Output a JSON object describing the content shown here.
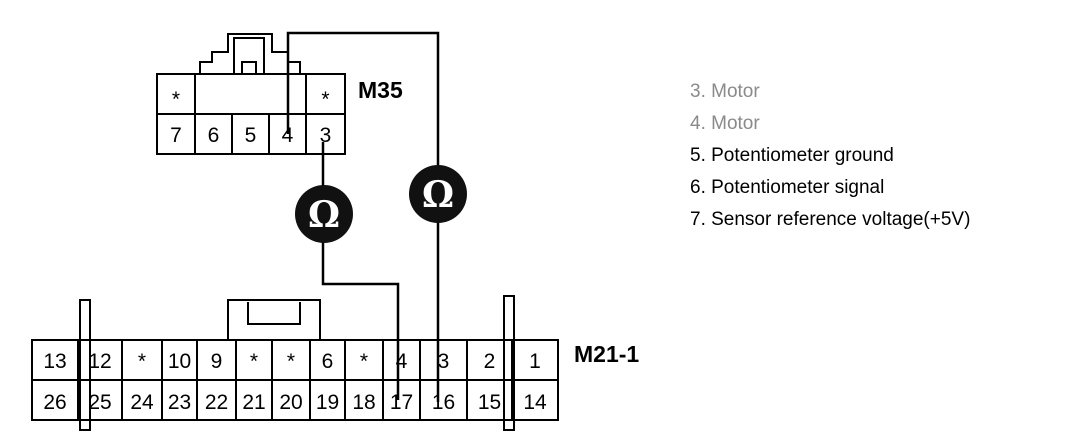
{
  "m35": {
    "label": "M35",
    "top_row": [
      "*",
      "",
      "",
      "",
      "*"
    ],
    "bottom_row": [
      "7",
      "6",
      "5",
      "4",
      "3"
    ]
  },
  "m21": {
    "label": "M21-1",
    "top_row": [
      "13",
      "12",
      "*",
      "10",
      "9",
      "*",
      "*",
      "6",
      "*",
      "4",
      "3",
      "2",
      "1"
    ],
    "bottom_row": [
      "26",
      "25",
      "24",
      "23",
      "22",
      "21",
      "20",
      "19",
      "18",
      "17",
      "16",
      "15",
      "14"
    ]
  },
  "meters": {
    "left_symbol": "Ω",
    "right_symbol": "Ω"
  },
  "legend": [
    {
      "text": "3. Motor",
      "dim": true
    },
    {
      "text": "4. Motor",
      "dim": true
    },
    {
      "text": "5. Potentiometer ground",
      "dim": false
    },
    {
      "text": "6. Potentiometer signal",
      "dim": false
    },
    {
      "text": "7. Sensor reference voltage(+5V)",
      "dim": false
    }
  ]
}
